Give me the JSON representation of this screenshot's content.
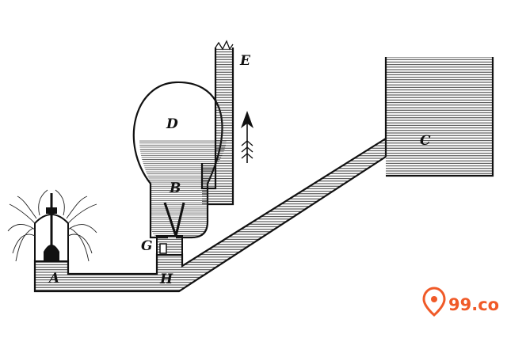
{
  "labels": {
    "a": "A",
    "b": "B",
    "c": "C",
    "d": "D",
    "e": "E",
    "g": "G",
    "h": "H"
  },
  "watermark": {
    "text": "99.co",
    "color": "#f05a28"
  },
  "colors": {
    "ink": "#111111",
    "background": "#ffffff"
  }
}
